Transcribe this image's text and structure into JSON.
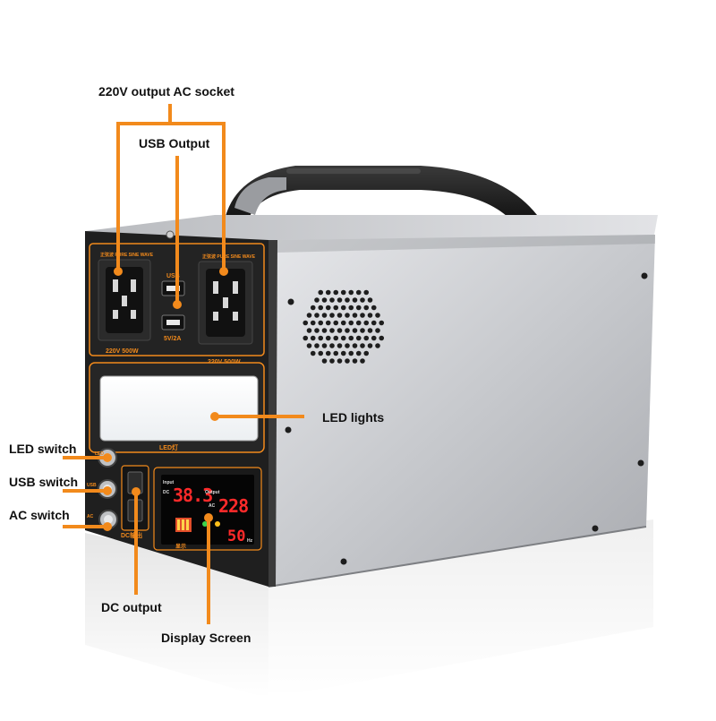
{
  "callouts": {
    "ac_socket": "220V output AC socket",
    "usb_output": "USB Output",
    "led_lights": "LED lights",
    "led_switch": "LED switch",
    "usb_switch": "USB switch",
    "ac_switch": "AC switch",
    "dc_output": "DC output",
    "display_screen": "Display Screen"
  },
  "panel": {
    "socket_left_caption": "220V 500W",
    "socket_right_caption": "220V 500W",
    "socket_header": "正弦波 PURE SINE WAVE",
    "usb_label": "USB",
    "usb_rating": "5V/2A",
    "led_label": "LED灯",
    "dc_label": "DC输出",
    "display_label": "显示",
    "switch_led": "LED",
    "switch_usb": "USB",
    "switch_ac": "AC",
    "screen_input_label": "Input",
    "screen_input_sub": "DC",
    "screen_output_label": "Output",
    "screen_output_sub": "AC",
    "screen_input_value": "38.3",
    "screen_output_value": "228",
    "screen_freq_value": "50",
    "screen_freq_unit": "Hz"
  },
  "colors": {
    "accent_orange": "#f28a1c",
    "panel_dark": "#1f1f1f",
    "shell_silver": "#c9cbcf",
    "digit_red": "#ff2a2a"
  }
}
